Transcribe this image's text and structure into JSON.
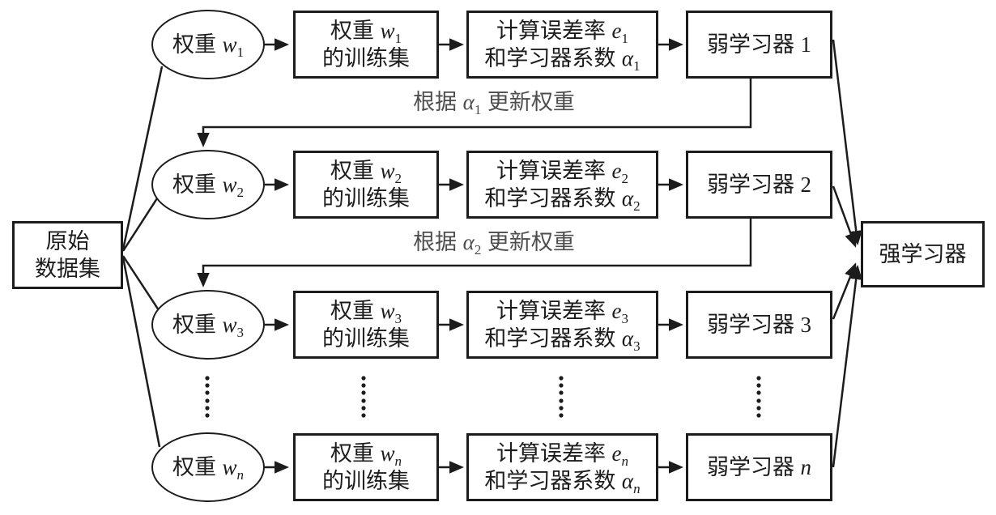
{
  "diagram": {
    "title_semantic": "AdaBoost boosting flow diagram",
    "colors": {
      "stroke": "#1c1c1c",
      "node_text": "#1c1c1c",
      "feedback_text": "#4d4d4d",
      "background": "#ffffff"
    },
    "source": {
      "line1": "原始",
      "line2": "数据集"
    },
    "sink": {
      "label": "强学习器"
    },
    "rows": [
      {
        "weight": {
          "prefix": "权重 ",
          "symbol": "w",
          "sub": "1"
        },
        "train": {
          "prefix": "权重 ",
          "symbol": "w",
          "sub": "1",
          "line2": "的训练集"
        },
        "error": {
          "line1": "计算误差率 ",
          "e": "e",
          "esub": "1",
          "line2": "和学习器系数 ",
          "a": "α",
          "asub": "1"
        },
        "weak": {
          "prefix": "弱学习器 ",
          "index": "1"
        }
      },
      {
        "weight": {
          "prefix": "权重 ",
          "symbol": "w",
          "sub": "2"
        },
        "train": {
          "prefix": "权重 ",
          "symbol": "w",
          "sub": "2",
          "line2": "的训练集"
        },
        "error": {
          "line1": "计算误差率 ",
          "e": "e",
          "esub": "2",
          "line2": "和学习器系数 ",
          "a": "α",
          "asub": "2"
        },
        "weak": {
          "prefix": "弱学习器 ",
          "index": "2"
        }
      },
      {
        "weight": {
          "prefix": "权重 ",
          "symbol": "w",
          "sub": "3"
        },
        "train": {
          "prefix": "权重 ",
          "symbol": "w",
          "sub": "3",
          "line2": "的训练集"
        },
        "error": {
          "line1": "计算误差率 ",
          "e": "e",
          "esub": "3",
          "line2": "和学习器系数 ",
          "a": "α",
          "asub": "3"
        },
        "weak": {
          "prefix": "弱学习器 ",
          "index": "3"
        }
      },
      {
        "weight": {
          "prefix": "权重 ",
          "symbol": "w",
          "sub": "n"
        },
        "train": {
          "prefix": "权重 ",
          "symbol": "w",
          "sub": "n",
          "line2": "的训练集"
        },
        "error": {
          "line1": "计算误差率 ",
          "e": "e",
          "esub": "n",
          "line2": "和学习器系数 ",
          "a": "α",
          "asub": "n"
        },
        "weak": {
          "prefix": "弱学习器 ",
          "index": "n"
        }
      }
    ],
    "feedback": [
      {
        "prefix": "根据 ",
        "symbol": "α",
        "sub": "1",
        "suffix": " 更新权重"
      },
      {
        "prefix": "根据 ",
        "symbol": "α",
        "sub": "2",
        "suffix": " 更新权重"
      }
    ]
  }
}
